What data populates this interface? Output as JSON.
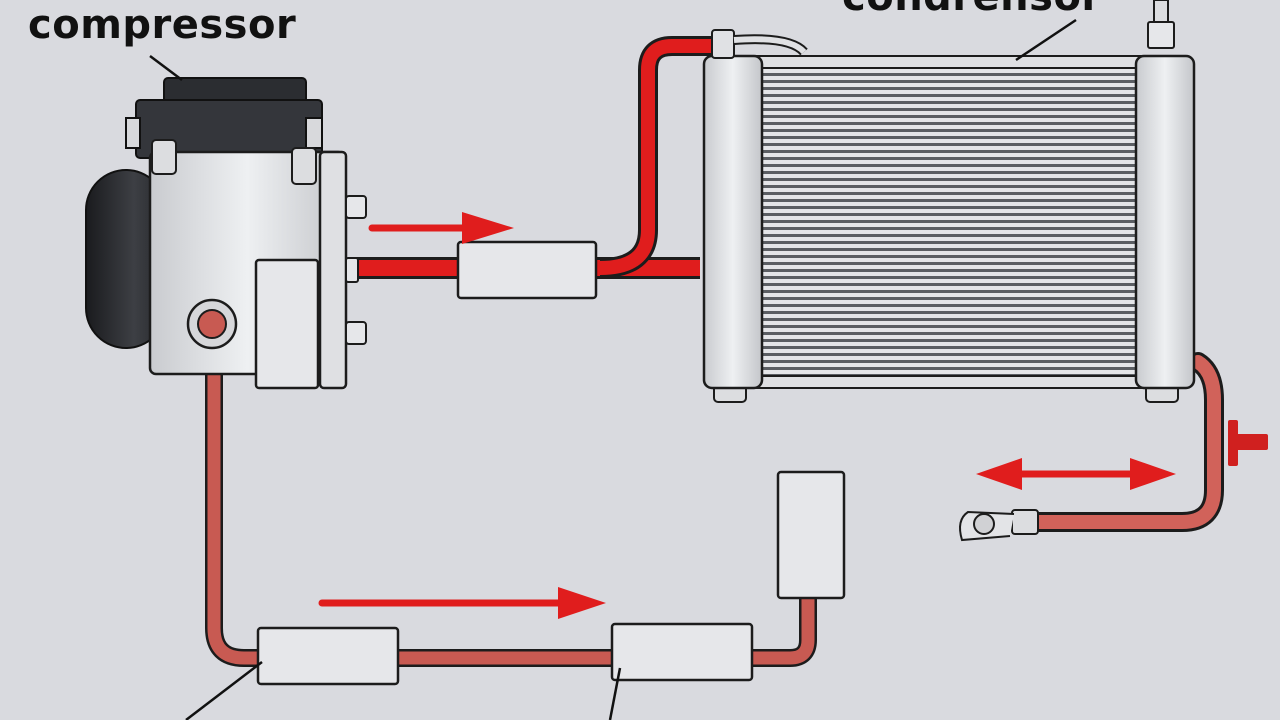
{
  "labels": {
    "compressor": "compressor",
    "condenser": "condrensor"
  },
  "colors": {
    "background": "#d9dadf",
    "hot_line": "#e01d1d",
    "return_line": "#c85a52",
    "flow_arrow": "#e01d1d",
    "component_fill": "#e6e7ea",
    "outline": "#1c1c1c",
    "compressor_dark": "#2b2d31"
  },
  "icons": [
    "compressor-unit",
    "condenser-coil",
    "flow-arrow-right",
    "flow-arrow-bidirectional",
    "valve-icon",
    "hose-clamp-icon"
  ]
}
